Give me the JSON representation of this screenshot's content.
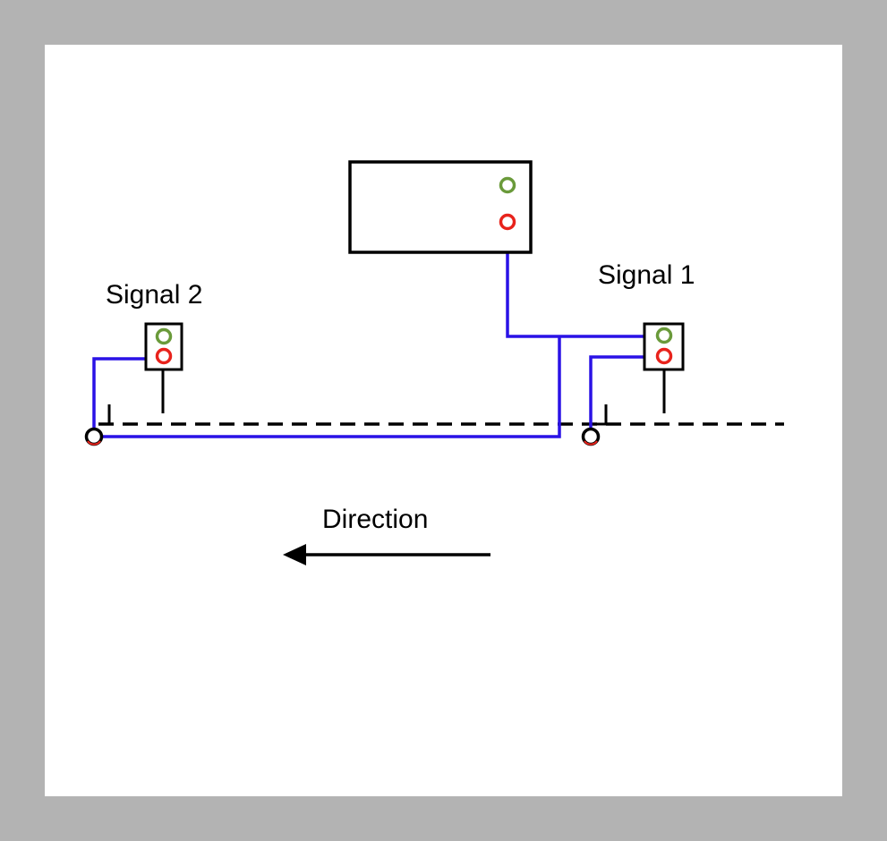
{
  "labels": {
    "signal_1": "Signal 1",
    "signal_2": "Signal 2",
    "direction": "Direction"
  },
  "colors": {
    "background": "#b3b3b3",
    "panel": "#ffffff",
    "wire": "#2a12e6",
    "green_lamp": "#6a9a3a",
    "red_lamp": "#e8231c",
    "outline": "#000000"
  },
  "icons": {
    "direction_arrow": "arrow-left-icon",
    "control_box": "control-box-icon",
    "signal": "signal-head-icon",
    "track_sensor": "track-sensor-icon"
  }
}
